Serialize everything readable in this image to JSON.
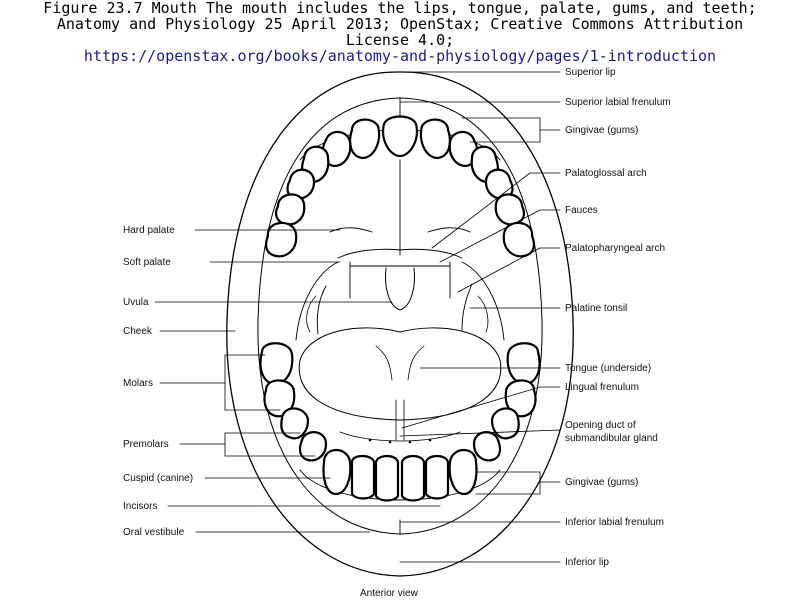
{
  "caption": {
    "line1": "Figure 23.7 Mouth The mouth includes the lips, tongue, palate, gums, and teeth;",
    "line2": "Anatomy and Physiology 25 April 2013; OpenStax; Creative Commons Attribution",
    "line3": "License 4.0;",
    "url": "https://openstax.org/books/anatomy-and-physiology/pages/1-introduction"
  },
  "labels_left": {
    "hard_palate": "Hard palate",
    "soft_palate": "Soft palate",
    "uvula": "Uvula",
    "cheek": "Cheek",
    "molars": "Molars",
    "premolars": "Premolars",
    "cuspid": "Cuspid (canine)",
    "incisors": "Incisors",
    "oral_vestibule": "Oral vestibule"
  },
  "labels_right": {
    "superior_lip": "Superior lip",
    "superior_labial_frenulum": "Superior labial frenulum",
    "gingivae_upper": "Gingivae (gums)",
    "palatoglossal_arch": "Palatoglossal arch",
    "fauces": "Fauces",
    "palatopharyngeal_arch": "Palatopharyngeal arch",
    "palatine_tonsil": "Palatine tonsil",
    "tongue": "Tongue (underside)",
    "lingual_frenulum": "Lingual frenulum",
    "opening_duct_1": "Opening duct of",
    "opening_duct_2": "submandibular gland",
    "gingivae_lower": "Gingivae (gums)",
    "inferior_labial_frenulum": "Inferior labial frenulum",
    "inferior_lip": "Inferior lip"
  },
  "view_label": "Anterior view"
}
